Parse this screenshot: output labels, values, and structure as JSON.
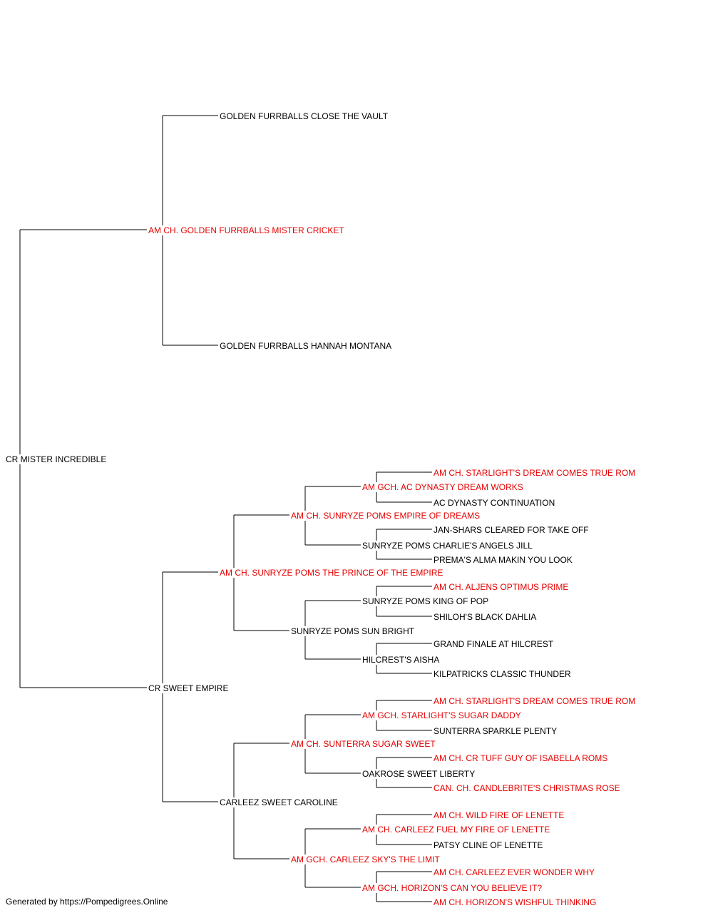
{
  "colors": {
    "champion": "#e60000",
    "normal": "#000000",
    "line": "#000000"
  },
  "pedigree": {
    "subject": {
      "name": "CR MISTER INCREDIBLE",
      "champion": false
    },
    "sire": {
      "name": "AM CH. GOLDEN FURRBALLS MISTER CRICKET",
      "champion": true
    },
    "sire_sire": {
      "name": "GOLDEN FURRBALLS CLOSE THE VAULT",
      "champion": false
    },
    "sire_dam": {
      "name": "GOLDEN FURRBALLS HANNAH MONTANA",
      "champion": false
    },
    "dam": {
      "name": "CR SWEET EMPIRE",
      "champion": false
    },
    "dam_sire": {
      "name": "AM CH. SUNRYZE POMS THE PRINCE OF THE EMPIRE",
      "champion": true
    },
    "dam_sire_sire": {
      "name": "AM CH. SUNRYZE POMS EMPIRE OF DREAMS",
      "champion": true
    },
    "dam_sire_sire_sire": {
      "name": "AM GCH. AC DYNASTY DREAM WORKS",
      "champion": true
    },
    "dam_sire_sire_sire_sire": {
      "name": "AM CH. STARLIGHT'S DREAM COMES TRUE ROM",
      "champion": true
    },
    "dam_sire_sire_sire_dam": {
      "name": "AC DYNASTY CONTINUATION",
      "champion": false
    },
    "dam_sire_sire_dam": {
      "name": "SUNRYZE POMS CHARLIE'S ANGELS JILL",
      "champion": false
    },
    "dam_sire_sire_dam_sire": {
      "name": "JAN-SHARS CLEARED FOR TAKE OFF",
      "champion": false
    },
    "dam_sire_sire_dam_dam": {
      "name": "PREMA'S ALMA MAKIN YOU LOOK",
      "champion": false
    },
    "dam_sire_dam": {
      "name": "SUNRYZE POMS SUN BRIGHT",
      "champion": false
    },
    "dam_sire_dam_sire": {
      "name": "SUNRYZE POMS KING OF POP",
      "champion": false
    },
    "dam_sire_dam_sire_sire": {
      "name": "AM CH. ALJENS OPTIMUS PRIME",
      "champion": true
    },
    "dam_sire_dam_sire_dam": {
      "name": "SHILOH'S BLACK DAHLIA",
      "champion": false
    },
    "dam_sire_dam_dam": {
      "name": "HILCREST'S AISHA",
      "champion": false
    },
    "dam_sire_dam_dam_sire": {
      "name": "GRAND FINALE AT HILCREST",
      "champion": false
    },
    "dam_sire_dam_dam_dam": {
      "name": "KILPATRICKS CLASSIC THUNDER",
      "champion": false
    },
    "dam_dam": {
      "name": "CARLEEZ SWEET CAROLINE",
      "champion": false
    },
    "dam_dam_sire": {
      "name": "AM CH. SUNTERRA SUGAR SWEET",
      "champion": true
    },
    "dam_dam_sire_sire": {
      "name": "AM GCH. STARLIGHT'S SUGAR DADDY",
      "champion": true
    },
    "dam_dam_sire_sire_sire": {
      "name": "AM CH. STARLIGHT'S DREAM COMES TRUE ROM",
      "champion": true
    },
    "dam_dam_sire_sire_dam": {
      "name": "SUNTERRA SPARKLE PLENTY",
      "champion": false
    },
    "dam_dam_sire_dam": {
      "name": "OAKROSE SWEET LIBERTY",
      "champion": false
    },
    "dam_dam_sire_dam_sire": {
      "name": "AM CH. CR TUFF GUY OF ISABELLA ROMS",
      "champion": true
    },
    "dam_dam_sire_dam_dam": {
      "name": "CAN. CH. CANDLEBRITE'S CHRISTMAS ROSE",
      "champion": true
    },
    "dam_dam_dam": {
      "name": "AM GCH. CARLEEZ SKY'S THE LIMIT",
      "champion": true
    },
    "dam_dam_dam_sire": {
      "name": "AM CH. CARLEEZ FUEL MY FIRE OF LENETTE",
      "champion": true
    },
    "dam_dam_dam_sire_sire": {
      "name": "AM CH. WILD FIRE OF LENETTE",
      "champion": true
    },
    "dam_dam_dam_sire_dam": {
      "name": "PATSY CLINE OF LENETTE",
      "champion": false
    },
    "dam_dam_dam_dam": {
      "name": "AM GCH. HORIZON'S CAN YOU BELIEVE IT?",
      "champion": true
    },
    "dam_dam_dam_dam_sire": {
      "name": "AM CH. CARLEEZ EVER WONDER WHY",
      "champion": true
    },
    "dam_dam_dam_dam_dam": {
      "name": "AM CH. HORIZON'S WISHFUL THINKING",
      "champion": true
    }
  },
  "footer": {
    "text": "Generated by https://Pompedigrees.Online"
  }
}
